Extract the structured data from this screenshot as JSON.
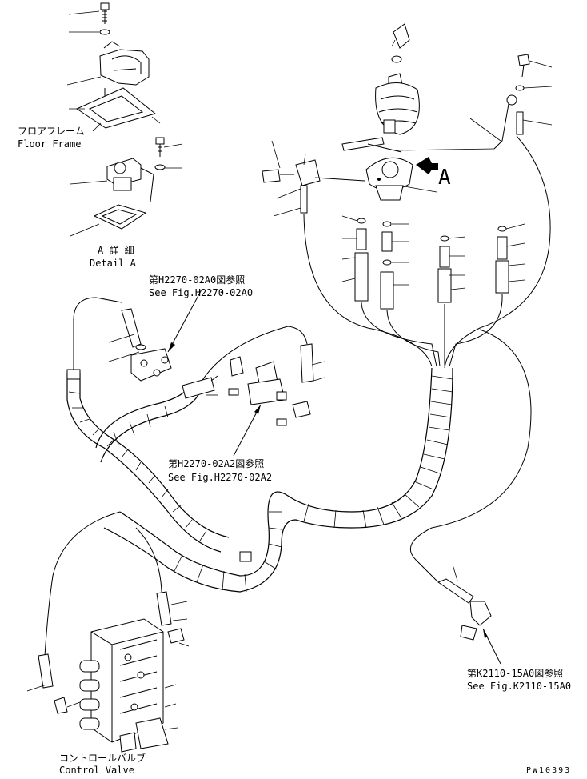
{
  "labels": {
    "floor_frame_jp": "フロアフレーム",
    "floor_frame_en": "Floor Frame",
    "detail_a_jp": "A 詳 細",
    "detail_a_en": "Detail A",
    "marker_a": "A",
    "ref_02a0_jp": "第H2270-02A0図参照",
    "ref_02a0_en": "See Fig.H2270-02A0",
    "ref_02a2_jp": "第H2270-02A2図参照",
    "ref_02a2_en": "See Fig.H2270-02A2",
    "ref_k2110_jp": "第K2110-15A0図参照",
    "ref_k2110_en": "See Fig.K2110-15A0",
    "control_valve_jp": "コントロールバルブ",
    "control_valve_en": "Control Valve",
    "drawing_id": "PW10393"
  }
}
